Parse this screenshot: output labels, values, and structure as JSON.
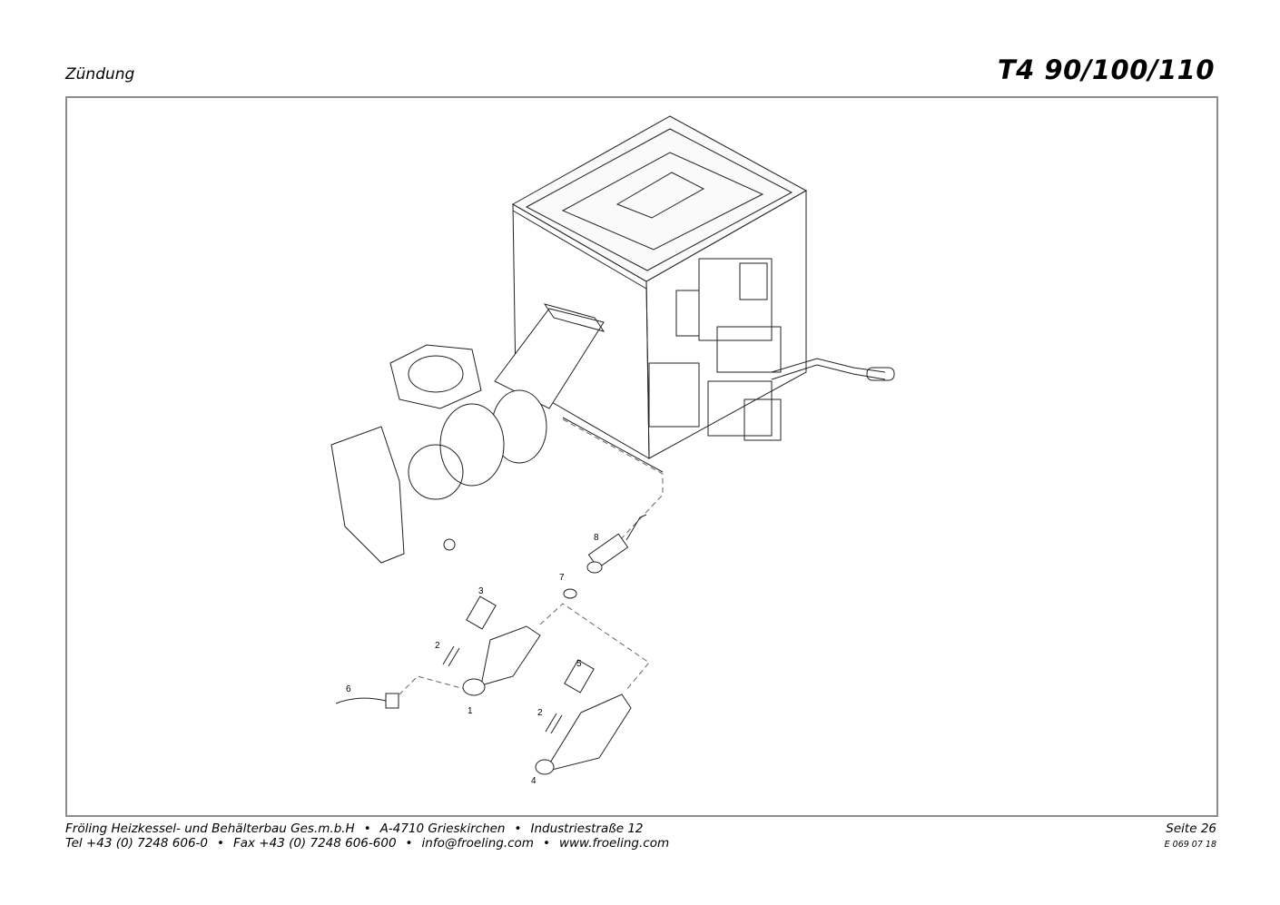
{
  "header": {
    "section": "Zündung",
    "model": "T4 90/100/110"
  },
  "callouts": [
    "1",
    "2",
    "2",
    "3",
    "4",
    "5",
    "6",
    "7",
    "8"
  ],
  "footer": {
    "line1": [
      "Fröling Heizkessel- und Behälterbau Ges.m.b.H",
      "A-4710 Grieskirchen",
      "Industriestraße 12"
    ],
    "line2": [
      "Tel +43 (0) 7248 606-0",
      "Fax +43 (0) 7248 606-600",
      "info@froeling.com",
      "www.froeling.com"
    ],
    "page": "Seite 26",
    "doc_code": "E 069 07 18"
  }
}
